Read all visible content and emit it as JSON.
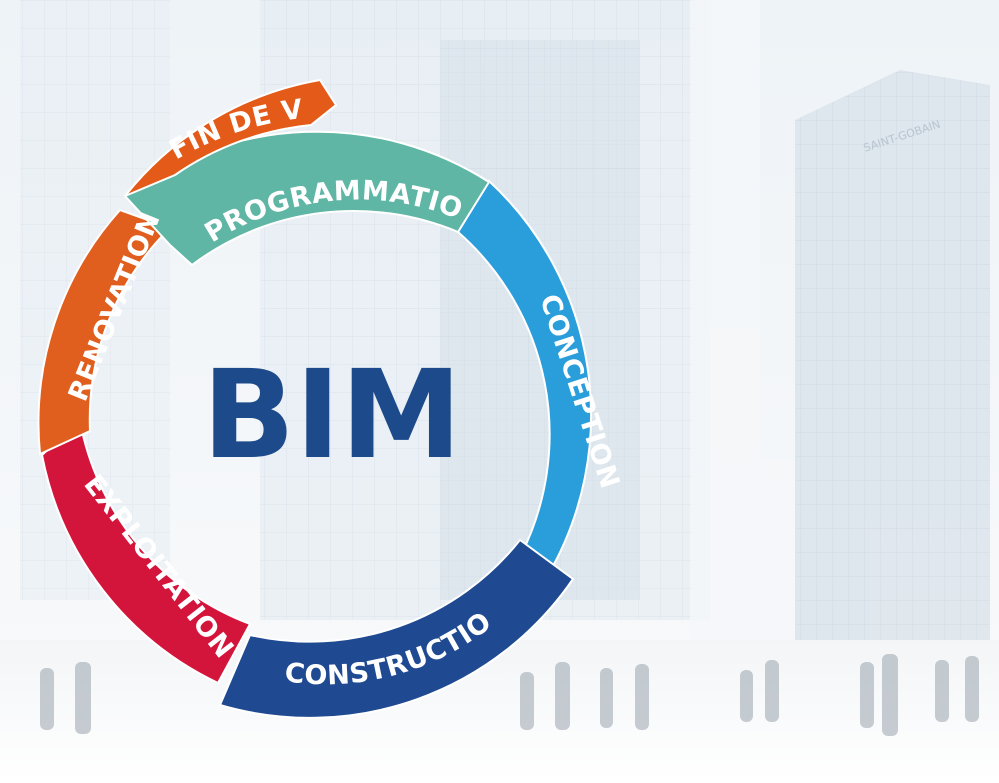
{
  "center_title": "BIM",
  "colors": {
    "programmation": "#5fb6a5",
    "conception": "#2a9ddb",
    "construction": "#1f4a92",
    "exploitation": "#d4153b",
    "renovation": "#e05e1e",
    "fin_de_vie": "#e45a18",
    "bim_text": "#1d4a8a",
    "background": "#f7f9fb"
  },
  "segments": [
    {
      "key": "programmation",
      "label": "PROGRAMMATION",
      "color": "#5fb6a5"
    },
    {
      "key": "conception",
      "label": "CONCEPTION",
      "color": "#2a9ddb"
    },
    {
      "key": "construction",
      "label": "CONSTRUCTION",
      "color": "#1f4a92"
    },
    {
      "key": "exploitation",
      "label": "EXPLOITATION",
      "color": "#d4153b"
    },
    {
      "key": "renovation",
      "label": "RENOVATION",
      "color": "#e05e1e"
    },
    {
      "key": "fin_de_vie",
      "label": "FIN DE VIE",
      "color": "#e45a18"
    }
  ],
  "background_sign": "SAINT-GOBAIN"
}
